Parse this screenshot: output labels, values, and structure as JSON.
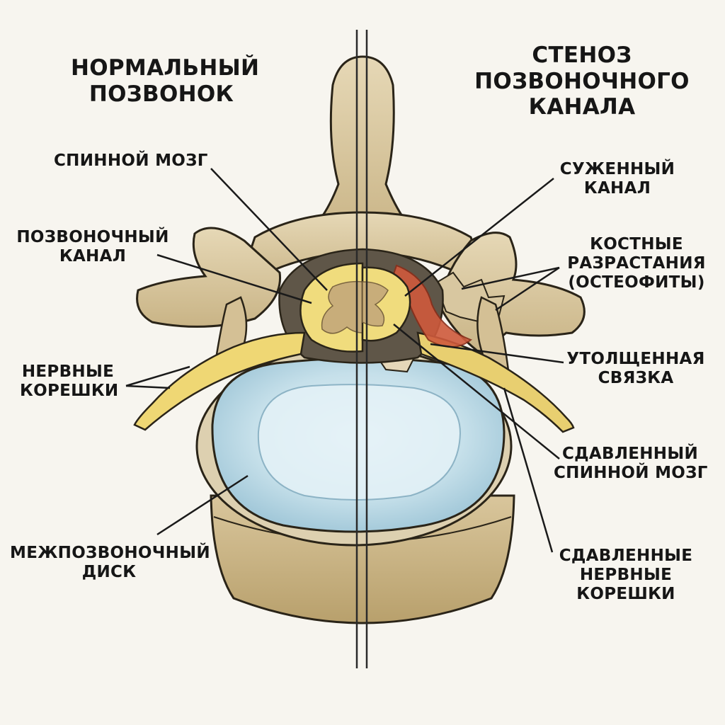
{
  "titles": {
    "left": [
      "Нормальный",
      "позвонок"
    ],
    "right": [
      "Стеноз",
      "позвоночного",
      "канала"
    ]
  },
  "labels": {
    "spinal_cord": [
      "Спинной мозг"
    ],
    "spinal_canal": [
      "Позвоночный",
      "канал"
    ],
    "nerve_roots": [
      "Нервные",
      "корешки"
    ],
    "disc": [
      "Межпозвоночный",
      "диск"
    ],
    "narrowed_canal": [
      "Суженный",
      "канал"
    ],
    "osteophytes": [
      "Костные",
      "разрастания",
      "(остеофиты)"
    ],
    "thickened_ligament": [
      "Утолщенная",
      "связка"
    ],
    "compressed_cord": [
      "Сдавленный",
      "спинной мозг"
    ],
    "compressed_roots": [
      "Сдавленные",
      "нервные",
      "корешки"
    ]
  },
  "colors": {
    "bone": "#d9c9a3",
    "bone_shadow": "#b9a374",
    "disc": "#bcd9e6",
    "disc_core": "#d9edf4",
    "nerve": "#efd774",
    "cord_grey": "#c8ad7a",
    "ligament_red": "#cf5a3c",
    "ink": "#1e1e1e"
  }
}
